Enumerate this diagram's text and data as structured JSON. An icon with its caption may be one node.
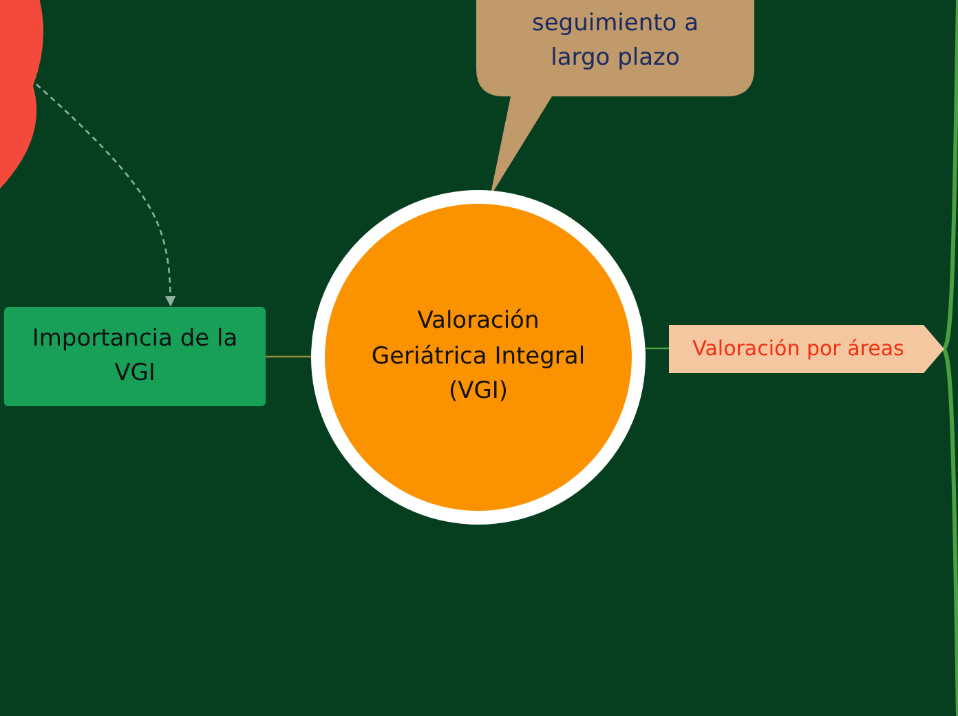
{
  "diagram": {
    "nodes": [
      {
        "text": [],
        "shape": "cloud"
      },
      {
        "text": [
          "seguimiento a largo plazo"
        ]
      },
      {
        "text": [
          "Valoración Geriátrica Integral (VGI)"
        ]
      },
      {
        "text": [
          "Importancia de la VGI"
        ]
      },
      {
        "text": [
          "Valoración por áreas"
        ]
      }
    ],
    "edges": [
      {
        "from": 0,
        "to": 3,
        "arrow": "to",
        "style": "dashed",
        "color": "#8fb0a0"
      },
      {
        "from": 2,
        "to": 3,
        "arrow": "none",
        "color": "#9a8a3a"
      },
      {
        "from": 2,
        "to": 4,
        "arrow": "none"
      },
      {
        "from": 4,
        "to": null,
        "arrow": "none",
        "style": "thick"
      },
      {
        "from": 4,
        "to": null,
        "arrow": "none",
        "style": "thick"
      }
    ]
  }
}
